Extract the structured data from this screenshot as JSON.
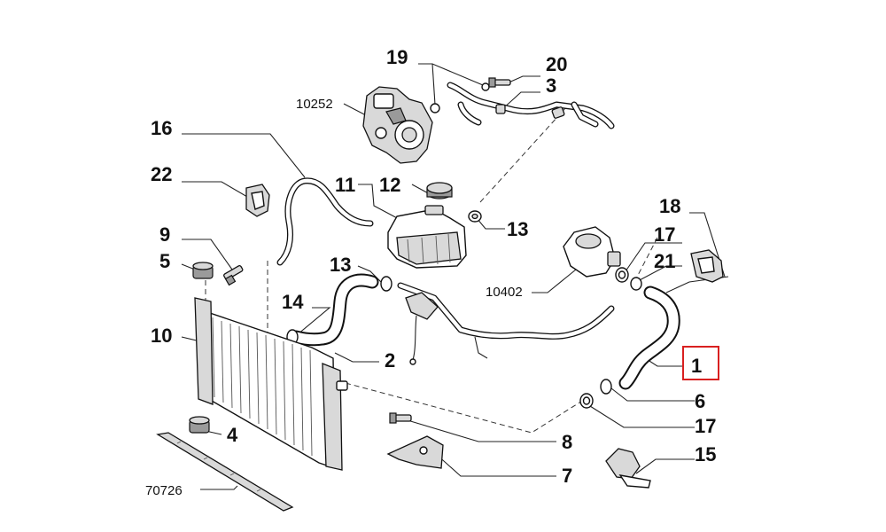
{
  "diagram": {
    "highlight_color": "#d92020",
    "highlighted_callout": "1",
    "callouts": [
      {
        "id": "c19",
        "text": "19"
      },
      {
        "id": "c20",
        "text": "20"
      },
      {
        "id": "c3",
        "text": "3"
      },
      {
        "id": "c10252",
        "text": "10252"
      },
      {
        "id": "c16",
        "text": "16"
      },
      {
        "id": "c11",
        "text": "11"
      },
      {
        "id": "c12",
        "text": "12"
      },
      {
        "id": "c13a",
        "text": "13"
      },
      {
        "id": "c22",
        "text": "22"
      },
      {
        "id": "c18",
        "text": "18"
      },
      {
        "id": "c17a",
        "text": "17"
      },
      {
        "id": "c21",
        "text": "21"
      },
      {
        "id": "c9",
        "text": "9"
      },
      {
        "id": "c5",
        "text": "5"
      },
      {
        "id": "c13b",
        "text": "13"
      },
      {
        "id": "c10402",
        "text": "10402"
      },
      {
        "id": "c14",
        "text": "14"
      },
      {
        "id": "c10",
        "text": "10"
      },
      {
        "id": "c2",
        "text": "2"
      },
      {
        "id": "c1",
        "text": "1"
      },
      {
        "id": "c6",
        "text": "6"
      },
      {
        "id": "c17b",
        "text": "17"
      },
      {
        "id": "c4",
        "text": "4"
      },
      {
        "id": "c8",
        "text": "8"
      },
      {
        "id": "c15",
        "text": "15"
      },
      {
        "id": "c7",
        "text": "7"
      },
      {
        "id": "c70726",
        "text": "70726"
      }
    ]
  }
}
